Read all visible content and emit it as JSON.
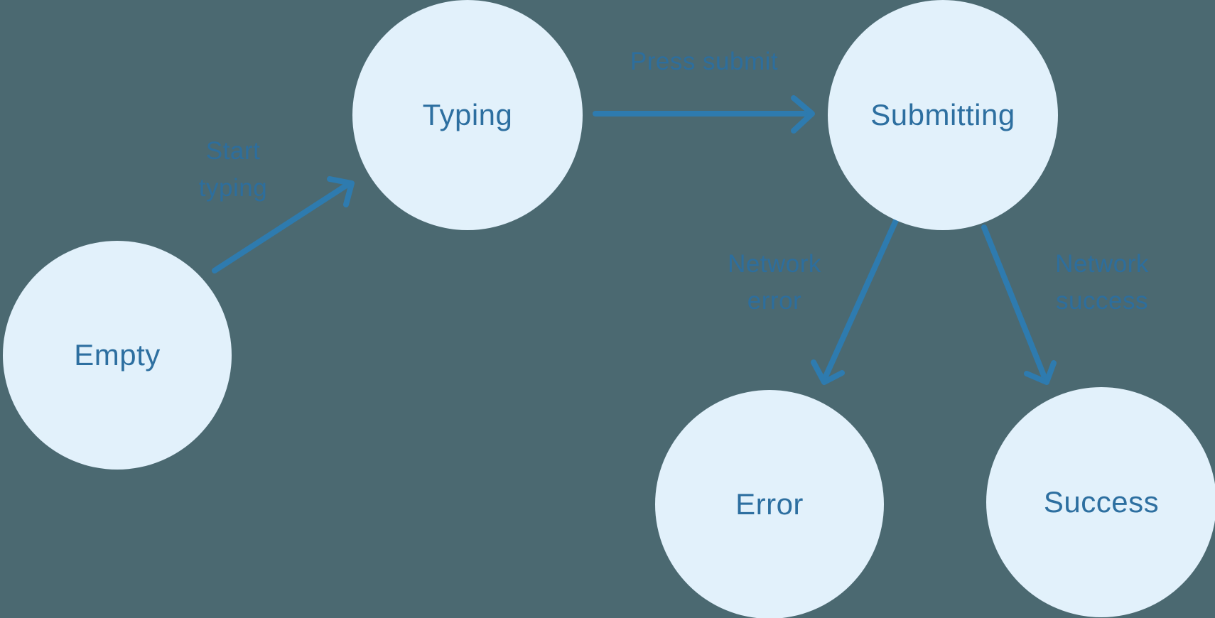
{
  "diagram": {
    "type": "state-machine",
    "colors": {
      "background": "#4B6971",
      "node_fill": "#E2F1FB",
      "node_text": "#2D6FA0",
      "edge_arrow": "#2E7BAF",
      "edge_label_text": "#2D6E9D"
    },
    "nodes": [
      {
        "id": "empty",
        "label": "Empty"
      },
      {
        "id": "typing",
        "label": "Typing"
      },
      {
        "id": "submitting",
        "label": "Submitting"
      },
      {
        "id": "error",
        "label": "Error"
      },
      {
        "id": "success",
        "label": "Success"
      }
    ],
    "edges": [
      {
        "from": "empty",
        "to": "typing",
        "label": "Start\ntyping"
      },
      {
        "from": "typing",
        "to": "submitting",
        "label": "Press submit"
      },
      {
        "from": "submitting",
        "to": "error",
        "label": "Network\nerror"
      },
      {
        "from": "submitting",
        "to": "success",
        "label": "Network\nsuccess"
      }
    ]
  }
}
